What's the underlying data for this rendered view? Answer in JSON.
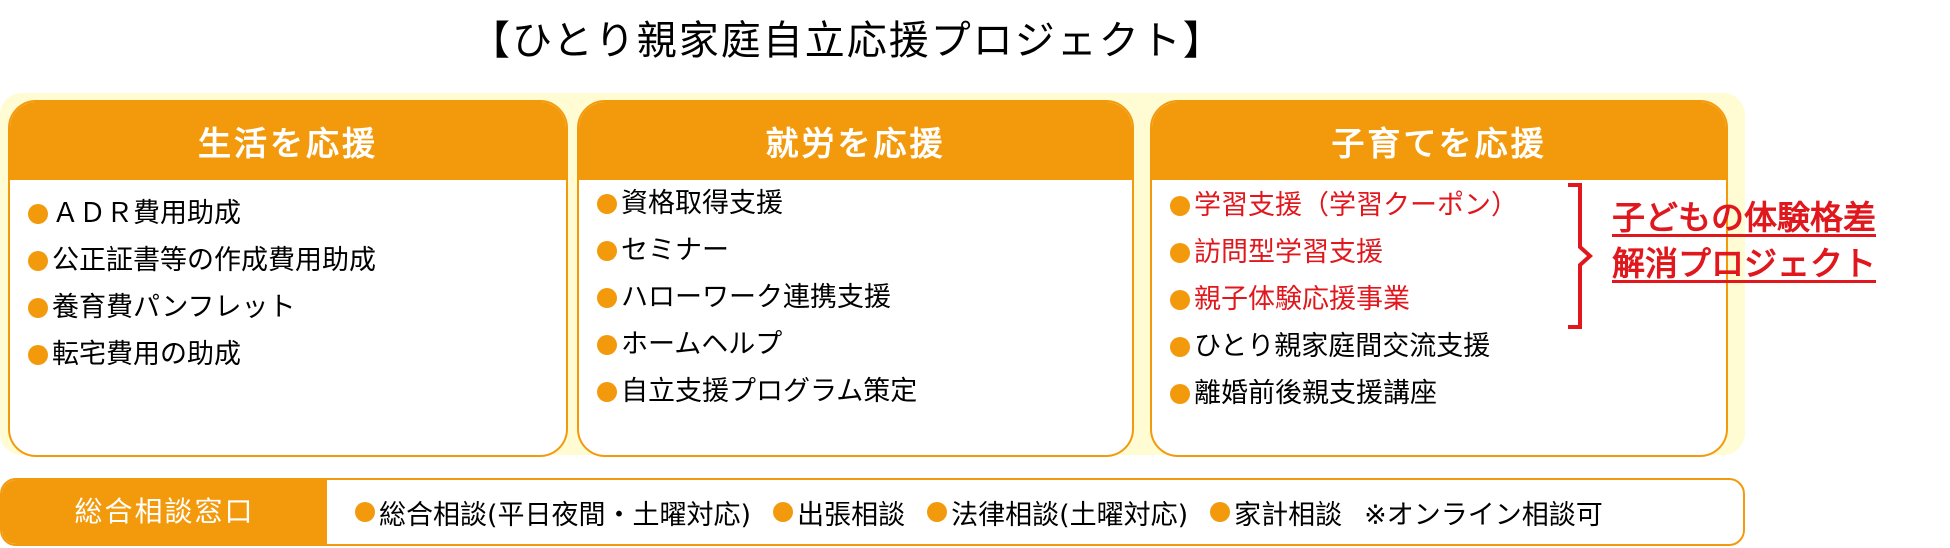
{
  "title": "【ひとり親家庭自立応援プロジェクト】",
  "colors": {
    "accent": "#f39a0c",
    "panel_bg": "#fffbd2",
    "highlight": "#e0171c"
  },
  "cards": [
    {
      "heading": "生活を応援",
      "items": [
        {
          "label": "ＡＤＲ費用助成"
        },
        {
          "label": "公正証書等の作成費用助成"
        },
        {
          "label": "養育費パンフレット"
        },
        {
          "label": "転宅費用の助成"
        }
      ]
    },
    {
      "heading": "就労を応援",
      "items": [
        {
          "label": "資格取得支援"
        },
        {
          "label": "セミナー"
        },
        {
          "label": "ハローワーク連携支援"
        },
        {
          "label": "ホームヘルプ"
        },
        {
          "label": "自立支援プログラム策定"
        }
      ]
    },
    {
      "heading": "子育てを応援",
      "items": [
        {
          "label": "学習支援（学習クーポン）"
        },
        {
          "label": "訪問型学習支援"
        },
        {
          "label": "親子体験応援事業"
        },
        {
          "label": "ひとり親家庭間交流支援"
        },
        {
          "label": "離婚前後親支援講座"
        }
      ]
    }
  ],
  "project_label": {
    "line1": "子どもの体験格差",
    "line2": "解消プロジェクト"
  },
  "consultation": {
    "label": "総合相談窓口",
    "items": [
      {
        "label": "総合相談(平日夜間・土曜対応)"
      },
      {
        "label": "出張相談"
      },
      {
        "label": "法律相談(土曜対応)"
      },
      {
        "label": "家計相談"
      }
    ],
    "note": "※オンライン相談可"
  }
}
